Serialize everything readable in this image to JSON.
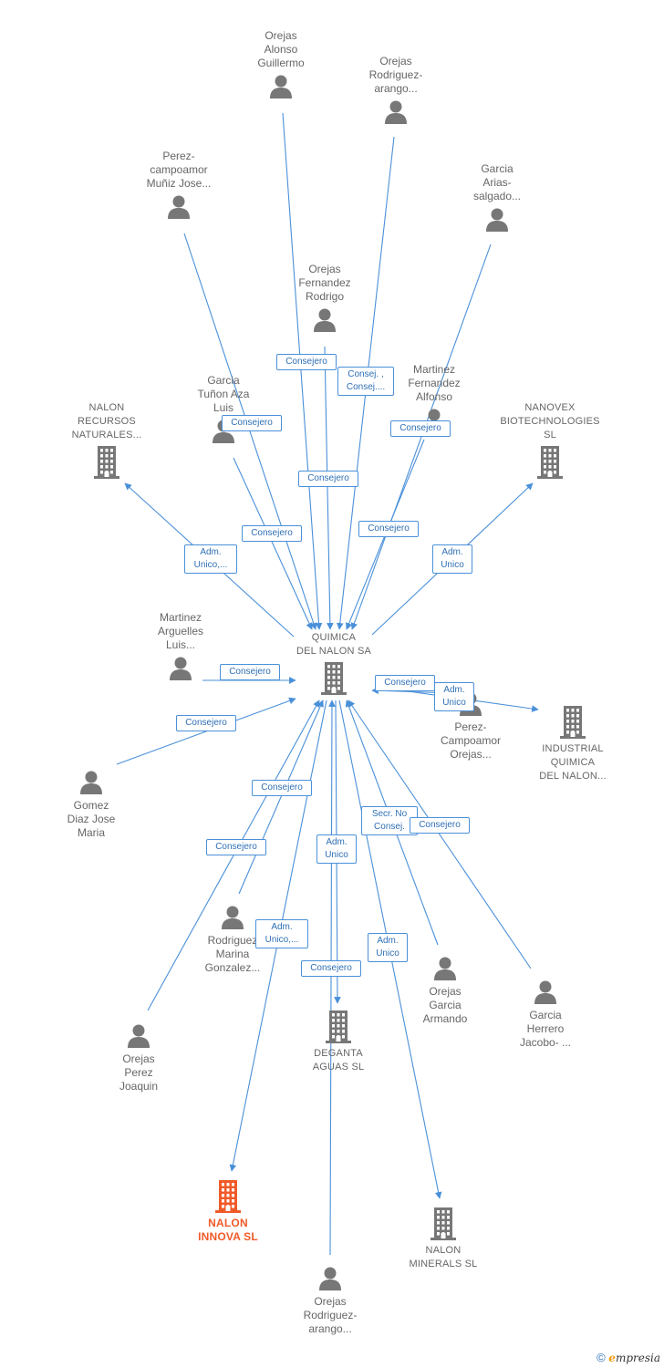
{
  "colors": {
    "edge": "#4a90d9",
    "person": "#777777",
    "company": "#777777",
    "focus_company": "#f05a28",
    "tag_text": "#2f6fb5"
  },
  "nodes": [
    {
      "id": "p_alonso",
      "type": "person",
      "label": "Orejas\nAlonso\nGuillermo"
    },
    {
      "id": "p_rodriguez_top",
      "type": "person",
      "label": "Orejas\nRodriguez-\narango..."
    },
    {
      "id": "p_perez_munoz",
      "type": "person",
      "label": "Perez-\ncampoamor\nMuñiz Jose..."
    },
    {
      "id": "p_garcia_arias",
      "type": "person",
      "label": "Garcia\nArias-\nsalgado..."
    },
    {
      "id": "p_fernandez",
      "type": "person",
      "label": "Orejas\nFernandez\nRodrigo"
    },
    {
      "id": "p_tunon",
      "type": "person",
      "label": "Garcia\nTuñon Aza\nLuis"
    },
    {
      "id": "p_martinez_fa",
      "type": "person",
      "label": "Martinez\nFernandez\nAlfonso"
    },
    {
      "id": "c_nalon_rec",
      "type": "company",
      "label": "NALON\nRECURSOS\nNATURALES..."
    },
    {
      "id": "c_nanovex",
      "type": "company",
      "label": "NANOVEX\nBIOTECHNOLOGIES\nSL"
    },
    {
      "id": "c_quimica",
      "type": "company",
      "label": "QUIMICA\nDEL NALON SA"
    },
    {
      "id": "p_martinez_al",
      "type": "person",
      "label": "Martinez\nArguelles\nLuis..."
    },
    {
      "id": "p_perez_orejas",
      "type": "person",
      "label": "Perez-\nCampoamor\nOrejas..."
    },
    {
      "id": "c_industrial",
      "type": "company",
      "label": "INDUSTRIAL\nQUIMICA\nDEL NALON..."
    },
    {
      "id": "p_gomez",
      "type": "person",
      "label": "Gomez\nDiaz Jose\nMaria"
    },
    {
      "id": "p_rodriguez_mg",
      "type": "person",
      "label": "Rodriguez\nMarina\nGonzalez..."
    },
    {
      "id": "p_garcia_armando",
      "type": "person",
      "label": "Orejas\nGarcia\nArmando"
    },
    {
      "id": "p_garcia_herrero",
      "type": "person",
      "label": "Garcia\nHerrero\nJacobo- ..."
    },
    {
      "id": "p_perez_joaquin",
      "type": "person",
      "label": "Orejas\nPerez\nJoaquin"
    },
    {
      "id": "c_deganta",
      "type": "company",
      "label": "DEGANTA\nAGUAS  SL"
    },
    {
      "id": "c_innova",
      "type": "company",
      "label": "NALON\nINNOVA  SL",
      "focus": true
    },
    {
      "id": "c_minerals",
      "type": "company",
      "label": "NALON\nMINERALS  SL"
    },
    {
      "id": "p_rodriguez_bottom",
      "type": "person",
      "label": "Orejas\nRodriguez-\narango..."
    }
  ],
  "edges": [
    {
      "from": "p_alonso",
      "to": "c_quimica",
      "label": "Consejero"
    },
    {
      "from": "p_rodriguez_top",
      "to": "c_quimica",
      "label": "Consej. ,\nConsej...."
    },
    {
      "from": "p_perez_munoz",
      "to": "c_quimica",
      "label": "Consejero"
    },
    {
      "from": "p_garcia_arias",
      "to": "c_quimica",
      "label": "Consejero"
    },
    {
      "from": "p_fernandez",
      "to": "c_quimica",
      "label": "Consejero"
    },
    {
      "from": "p_tunon",
      "to": "c_quimica",
      "label": "Consejero"
    },
    {
      "from": "p_martinez_fa",
      "to": "c_quimica",
      "label": "Consejero"
    },
    {
      "from": "c_quimica",
      "to": "c_nalon_rec",
      "label": "Adm.\nUnico,..."
    },
    {
      "from": "c_quimica",
      "to": "c_nanovex",
      "label": "Adm.\nUnico"
    },
    {
      "from": "p_martinez_al",
      "to": "c_quimica",
      "label": "Consejero"
    },
    {
      "from": "p_perez_orejas",
      "to": "c_quimica",
      "label": "Consejero"
    },
    {
      "from": "c_quimica",
      "to": "c_industrial",
      "label": "Adm.\nUnico"
    },
    {
      "from": "p_gomez",
      "to": "c_quimica",
      "label": "Consejero"
    },
    {
      "from": "p_rodriguez_mg",
      "to": "c_quimica",
      "label": "Consejero"
    },
    {
      "from": "p_perez_joaquin",
      "to": "c_quimica",
      "label": "Consejero"
    },
    {
      "from": "c_quimica",
      "to": "c_deganta",
      "label": "Adm.\nUnico"
    },
    {
      "from": "p_garcia_armando",
      "to": "c_quimica",
      "label": "Secr.  No\nConsej."
    },
    {
      "from": "p_garcia_herrero",
      "to": "c_quimica",
      "label": "Consejero"
    },
    {
      "from": "c_quimica",
      "to": "c_innova",
      "label": "Adm.\nUnico,..."
    },
    {
      "from": "c_quimica",
      "to": "c_minerals",
      "label": "Adm.\nUnico"
    },
    {
      "from": "p_rodriguez_bottom",
      "to": "c_quimica",
      "label": "Consejero"
    }
  ],
  "footer": {
    "copyright": "©",
    "brand_initial": "e",
    "brand_rest": "mpresia"
  }
}
